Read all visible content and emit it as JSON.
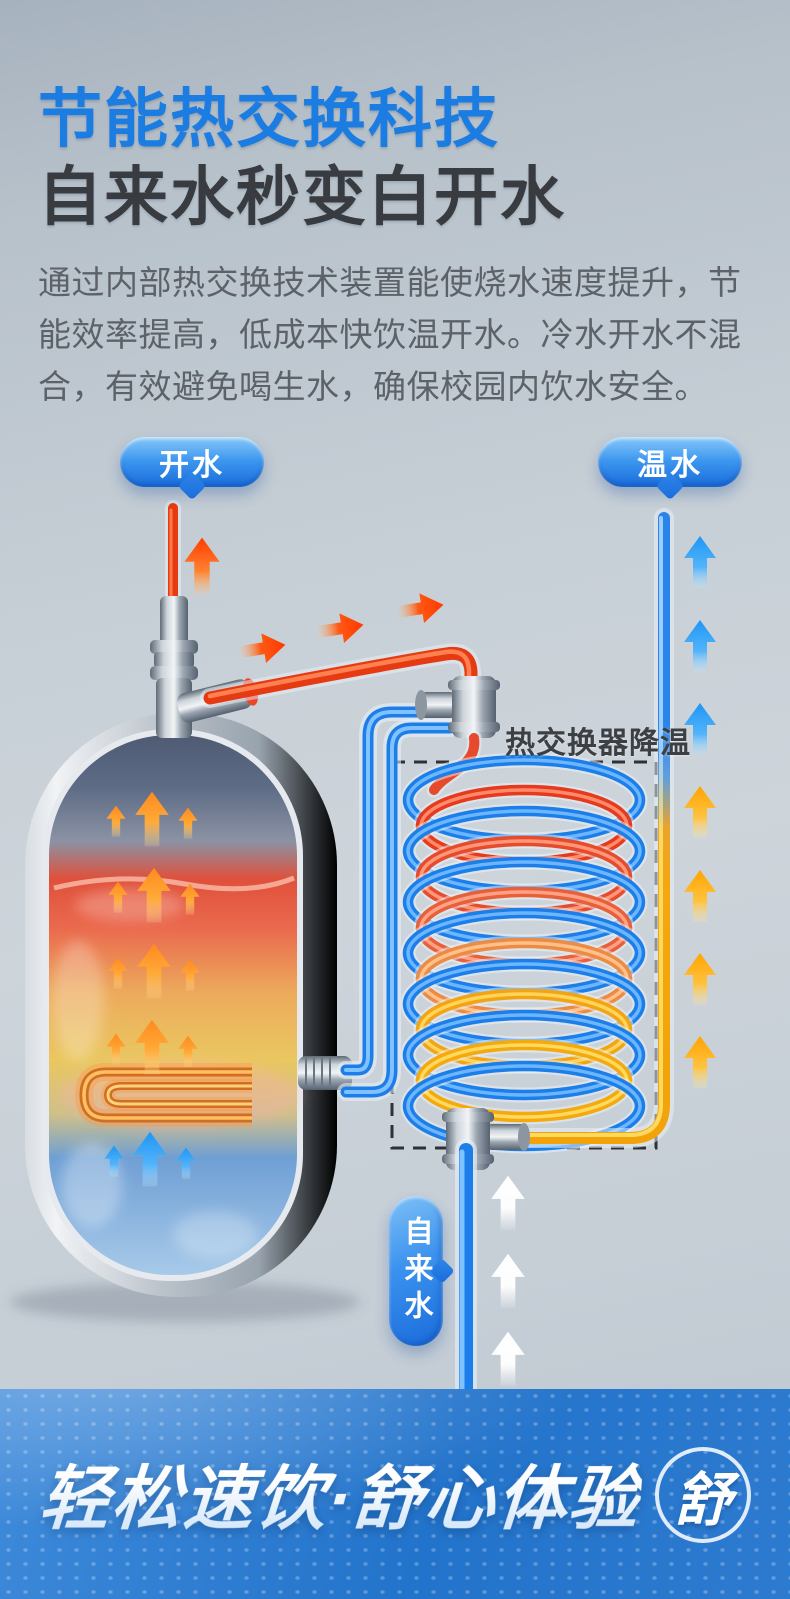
{
  "poster": {
    "title_accent": "节能热交换科技",
    "title_main": "自来水秒变白开水",
    "body": "通过内部热交换技术装置能使烧水速度提升，节能效率提高，低成本快饮温开水。冷水开水不混合，有效避免喝生水，确保校园内饮水安全。"
  },
  "diagram": {
    "callouts": {
      "boiled": "开水",
      "warm": "温水",
      "tap": "自来水",
      "exchanger": "热交换器降温"
    }
  },
  "footer": {
    "slogan": "轻松速饮·舒心体验",
    "badge": "舒"
  },
  "colors": {
    "accent_blue": "#1b7ce2",
    "heading_dark": "#383b40",
    "body_gray": "#5c6268",
    "hot": "#e8380d",
    "cold": "#1c7ee8",
    "warmed": "#f5a80f",
    "banner": "#2a78cf"
  }
}
